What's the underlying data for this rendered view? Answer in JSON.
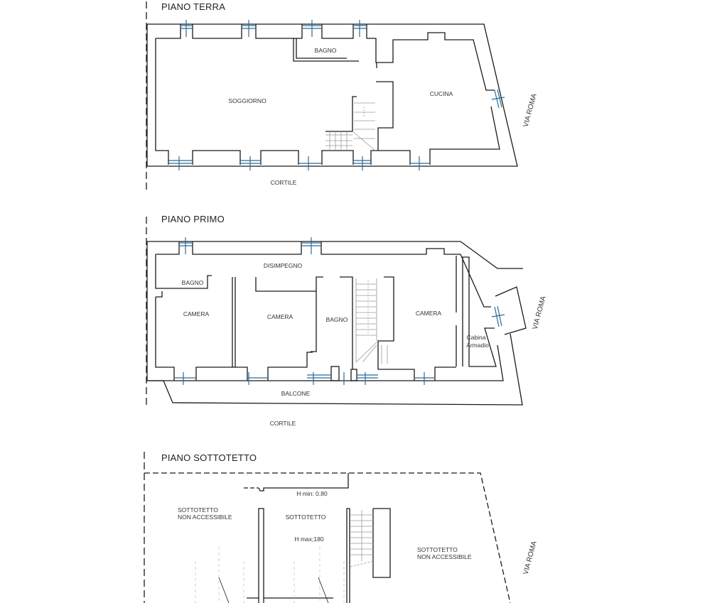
{
  "floors": [
    {
      "title": "PIANO TERRA",
      "rooms": [
        "SOGGIORNO",
        "BAGNO",
        "CUCINA"
      ],
      "outside": [
        "CORTILE",
        "VIA ROMA"
      ]
    },
    {
      "title": "PIANO PRIMO",
      "rooms": [
        "DISIMPEGNO",
        "BAGNO",
        "CAMERA",
        "CAMERA",
        "BAGNO",
        "CAMERA",
        "Cabina Armadio"
      ],
      "outside": [
        "BALCONE",
        "CORTILE",
        "VIA ROMA"
      ]
    },
    {
      "title": "PIANO SOTTOTETTO",
      "rooms": [
        "SOTTOTETTO NON ACCESSIBILE",
        "SOTTOTETTO",
        "SOTTOTETTO NON ACCESSIBILE"
      ],
      "annotations": [
        "H min: 0,80",
        "H max: 180"
      ],
      "outside": [
        "VIA ROMA"
      ]
    }
  ],
  "labels": {
    "pt_title": "PIANO TERRA",
    "pt_bagno": "BAGNO",
    "pt_soggiorno": "SOGGIORNO",
    "pt_cucina": "CUCINA",
    "pt_cortile": "CORTILE",
    "pt_via": "VIA ROMA",
    "pp_title": "PIANO PRIMO",
    "pp_disimpegno": "DISIMPEGNO",
    "pp_bagno1": "BAGNO",
    "pp_camera1": "CAMERA",
    "pp_camera2": "CAMERA",
    "pp_bagno2": "BAGNO",
    "pp_camera3": "CAMERA",
    "pp_cabina1": "Cabina",
    "pp_cabina2": "Armadio",
    "pp_balcone": "BALCONE",
    "pp_cortile": "CORTILE",
    "pp_via": "VIA ROMA",
    "ps_title": "PIANO SOTTOTETTO",
    "ps_hmin": "H min: 0,80",
    "ps_nonacc_l1": "SOTTOTETTO",
    "ps_nonacc_l2": "NON ACCESSIBILE",
    "ps_sottotetto": "SOTTOTETTO",
    "ps_hmax": "H max;180",
    "ps_nonacc_r1": "SOTTOTETTO",
    "ps_nonacc_r2": "NON ACCESSIBILE",
    "ps_via": "VIA ROMA"
  },
  "colors": {
    "wall": "#1a1a1a",
    "window": "#2a6a9a",
    "stair": "#9a9a9a"
  }
}
